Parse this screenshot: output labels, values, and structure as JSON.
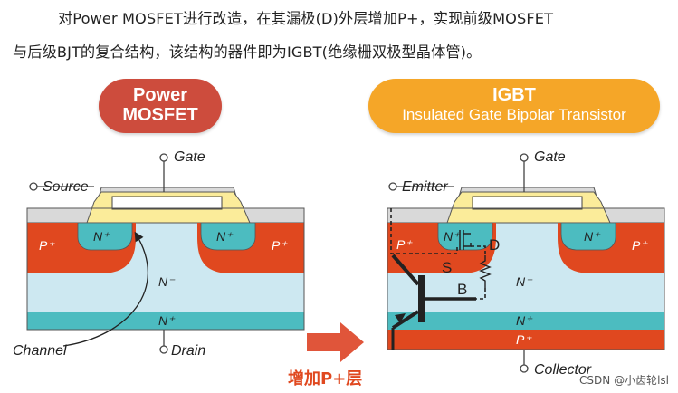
{
  "intro": {
    "line1": "对Power MOSFET进行改造，在其漏极(D)外层增加P+，实现前级MOSFET",
    "line2": "与后级BJT的复合结构，该结构的器件即为IGBT(绝缘栅双极型晶体管)。"
  },
  "mosfet": {
    "title_line1": "Power",
    "title_line2": "MOSFET",
    "gate": "Gate",
    "source": "Source",
    "drain": "Drain",
    "channel": "Channel",
    "n_plus_left": "N⁺",
    "n_plus_right": "N⁺",
    "p_plus_left": "P⁺",
    "p_plus_right": "P⁺",
    "n_minus": "N⁻",
    "n_plus_bottom": "N⁺"
  },
  "arrow_label": "增加P+层",
  "igbt": {
    "title": "IGBT",
    "subtitle": "Insulated Gate Bipolar Transistor",
    "gate": "Gate",
    "emitter": "Emitter",
    "collector": "Collector",
    "n_plus_left": "N⁺",
    "n_plus_right": "N⁺",
    "p_plus_left": "P⁺",
    "p_plus_right": "P⁺",
    "n_minus": "N⁻",
    "n_plus_bottom": "N⁺",
    "p_plus_bottom": "P⁺",
    "label_d": "D",
    "label_s": "S",
    "label_b": "B"
  },
  "watermark": "CSDN @小齿轮lsl",
  "colors": {
    "mosfet_pill": "#cd4c3d",
    "igbt_pill": "#f5a628",
    "p_region": "#e0481f",
    "n_region": "#4cbcc0",
    "n_minus": "#cde8f1",
    "oxide": "#d9d9d9",
    "gate_poly": "#fbec9a",
    "arrow": "#e0553a"
  }
}
